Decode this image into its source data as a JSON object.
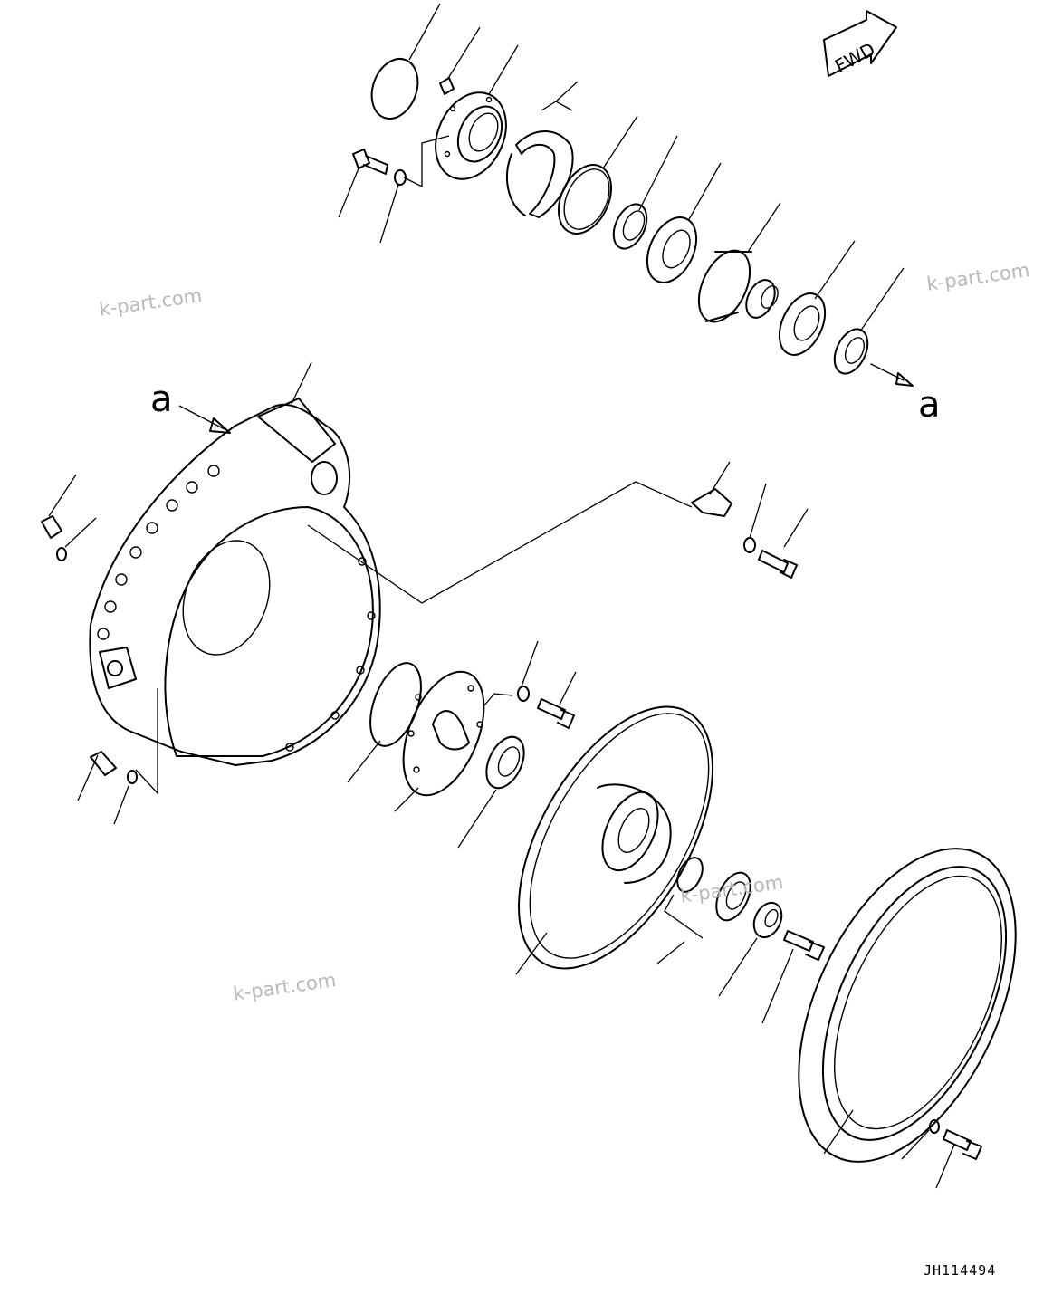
{
  "diagram": {
    "reference_label_start": "a",
    "reference_label_end": "a",
    "direction_marker": "FWD",
    "drawing_code": "JH114494",
    "watermarks": [
      "k-part.com",
      "k-part.com",
      "k-part.com",
      "k-part.com"
    ]
  }
}
